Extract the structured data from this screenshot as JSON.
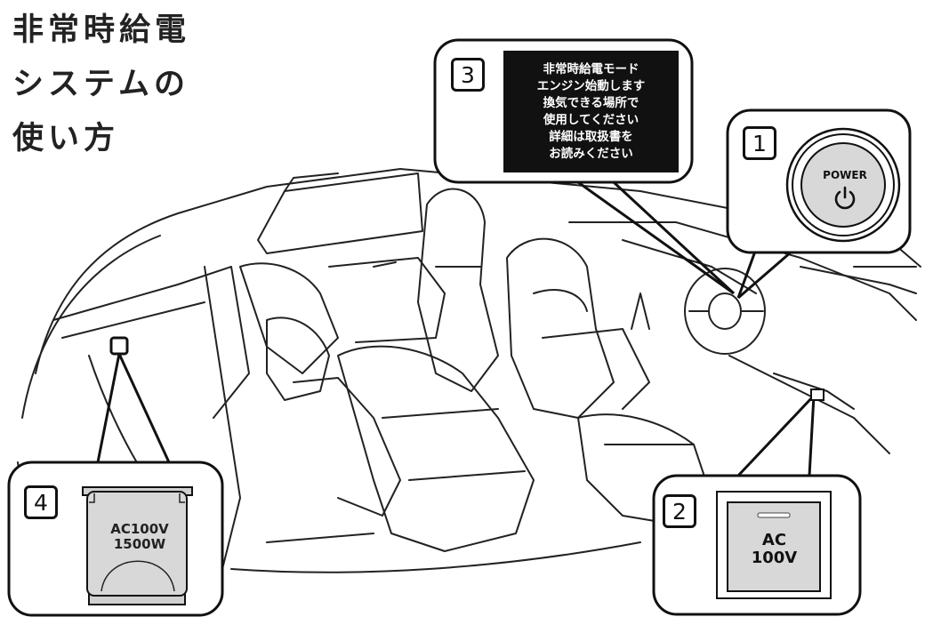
{
  "title": {
    "lines": [
      "非常時給電",
      "システムの",
      "使い方"
    ]
  },
  "callouts": {
    "power": {
      "number": "1",
      "button_label": "POWER",
      "icon": "power-icon"
    },
    "outlet_front": {
      "number": "2",
      "label_line1": "AC",
      "label_line2": "100V"
    },
    "display": {
      "number": "3",
      "message_lines": [
        "非常時給電モード",
        "エンジン始動します",
        "換気できる場所で",
        "使用してください",
        "詳細は取扱書を",
        "お読みください"
      ]
    },
    "outlet_rear": {
      "number": "4",
      "label_line1": "AC100V",
      "label_line2": "1500W"
    }
  },
  "colors": {
    "line": "#111111",
    "display_bg": "#111111",
    "display_text": "#ffffff",
    "outlet_fill": "#d8d8d8"
  }
}
